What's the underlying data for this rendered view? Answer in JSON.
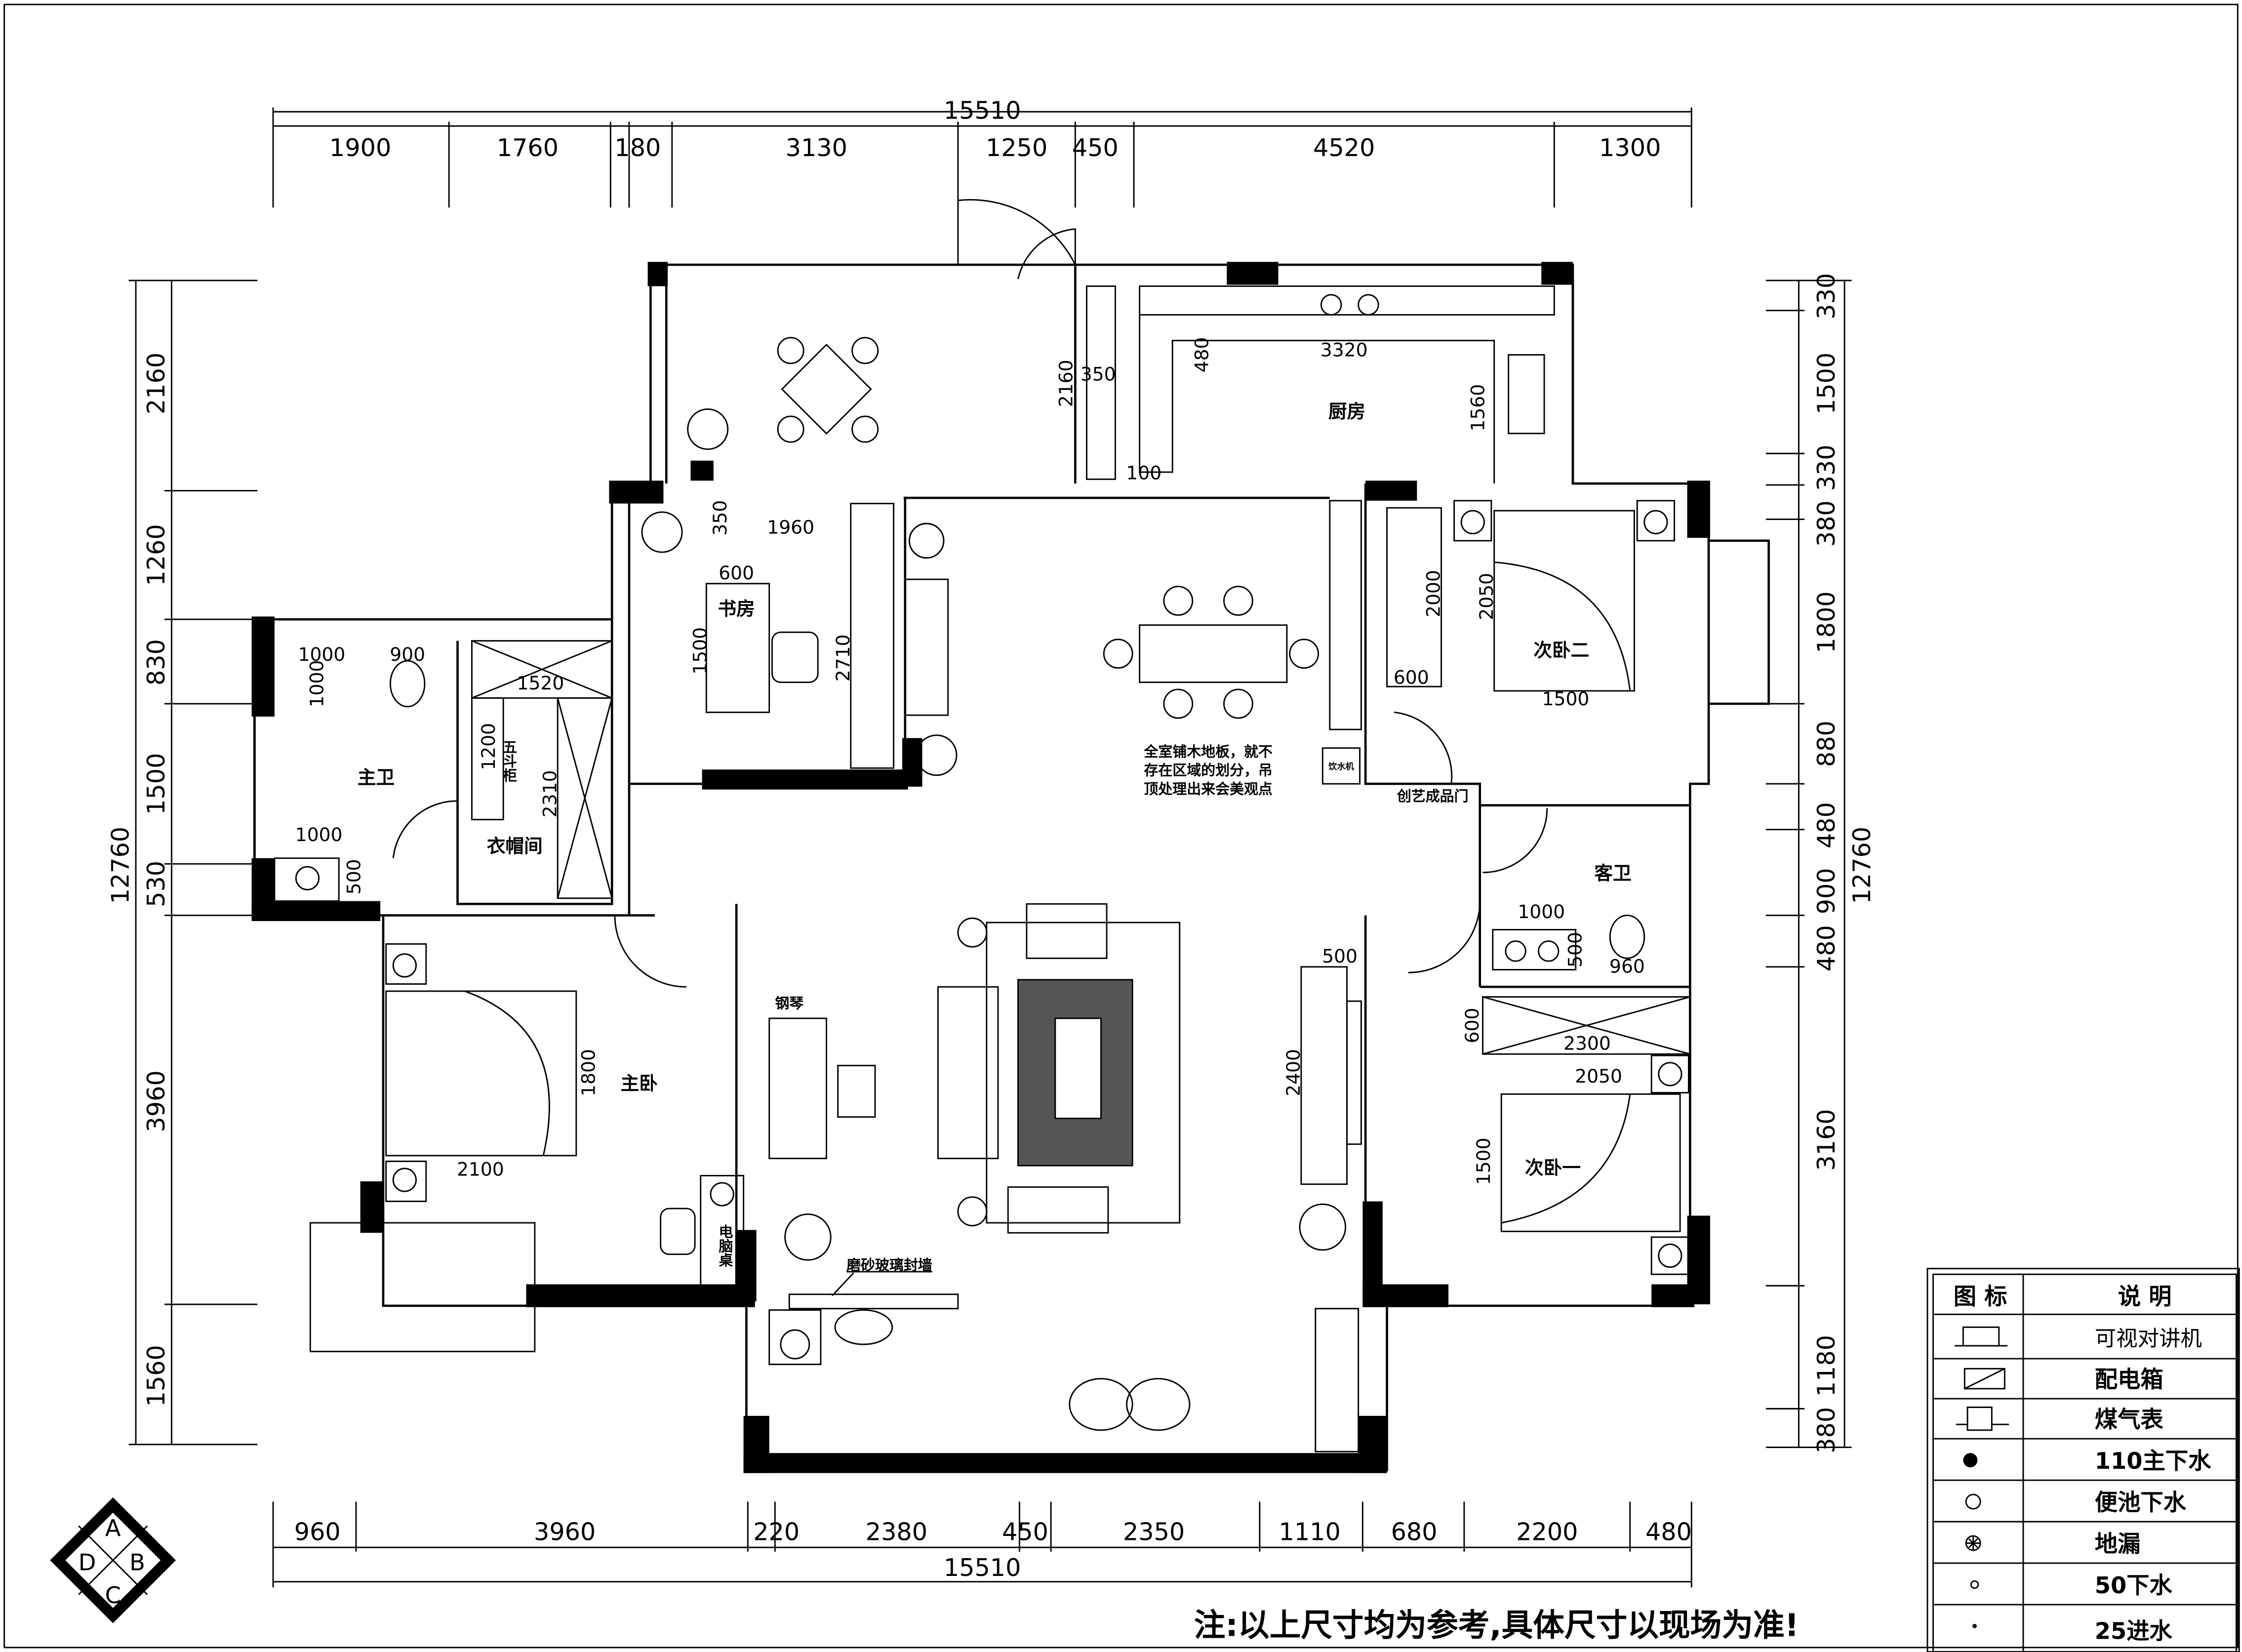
{
  "dimensions": {
    "top_total": "15510",
    "top": [
      "1900",
      "1760",
      "180",
      "3130",
      "1250",
      "450",
      "4520",
      "1300"
    ],
    "bottom_total": "15510",
    "bottom": [
      "960",
      "3960",
      "220",
      "2380",
      "450",
      "2350",
      "1110",
      "680",
      "2200",
      "480"
    ],
    "left_total": "12760",
    "left": [
      "2160",
      "1260",
      "830",
      "1500",
      "530",
      "3960",
      "1560"
    ],
    "right_total": "12760",
    "right": [
      "330",
      "1500",
      "330",
      "380",
      "1800",
      "880",
      "480",
      "900",
      "480",
      "3160",
      "1180",
      "380"
    ]
  },
  "rooms": {
    "kitchen": "厨房",
    "study": "书房",
    "master_bath": "主卫",
    "walk_in_closet": "衣帽间",
    "dresser": "五斗柜",
    "bedroom2": "次卧二",
    "guest_bath": "客卫",
    "master_bedroom": "主卧",
    "piano": "钢琴",
    "computer_desk": "电脑桌",
    "bedroom1": "次卧一",
    "frosted_glass_wall": "磨砂玻璃封墙",
    "door_note": "创艺成品门",
    "water_dispenser": "饮水机"
  },
  "note_lines": [
    "全室铺木地板，就不",
    "存在区域的划分，吊",
    "顶处理出来会美观点"
  ],
  "inner_dims": {
    "kitchen": [
      "3320",
      "2160",
      "350",
      "480",
      "1560",
      "100"
    ],
    "study": [
      "1960",
      "350",
      "600",
      "1500",
      "2710"
    ],
    "master_bath": [
      "1000",
      "1000",
      "900",
      "1000",
      "500"
    ],
    "closet": [
      "1520",
      "1200",
      "2310"
    ],
    "bedroom2": [
      "2000",
      "2050",
      "600",
      "1500"
    ],
    "guest_bath": [
      "1000",
      "500",
      "960"
    ],
    "living": [
      "500",
      "2400"
    ],
    "bedroom1": [
      "600",
      "2300",
      "2050",
      "1500"
    ],
    "master_bedroom": [
      "1800",
      "2100"
    ]
  },
  "compass": [
    "A",
    "B",
    "C",
    "D"
  ],
  "legend": {
    "header": [
      "图 标",
      "说 明"
    ],
    "items": [
      {
        "icon": "video-intercom-icon",
        "label": "可视对讲机"
      },
      {
        "icon": "distribution-box-icon",
        "label": "配电箱"
      },
      {
        "icon": "gas-meter-icon",
        "label": "煤气表"
      },
      {
        "icon": "main-drain-110-icon",
        "label": "110主下水"
      },
      {
        "icon": "toilet-drain-icon",
        "label": "便池下水"
      },
      {
        "icon": "floor-drain-icon",
        "label": "地漏"
      },
      {
        "icon": "drain-50-icon",
        "label": "50下水"
      },
      {
        "icon": "water-inlet-25-icon",
        "label": "25进水"
      }
    ]
  },
  "footer_note": "注:以上尺寸均为参考,具体尺寸以现场为准!"
}
